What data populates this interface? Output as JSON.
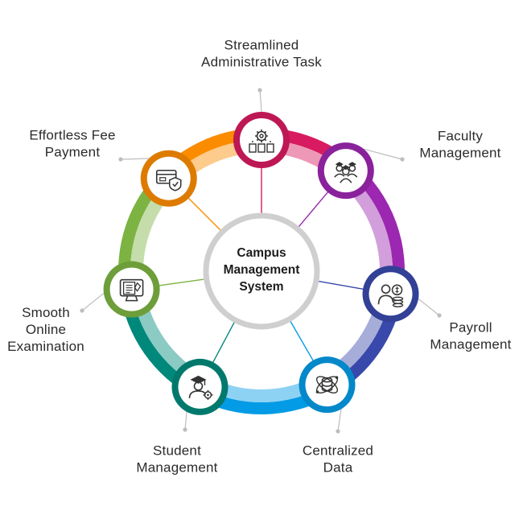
{
  "center": {
    "lines": [
      "Campus",
      "Management",
      "System"
    ]
  },
  "nodes": [
    {
      "id": "streamlined",
      "name": "node-streamlined-administrative-task",
      "icon": "gear-documents-icon",
      "color": "#d81b60",
      "label_lines": [
        "Streamlined",
        "Administrative Task"
      ]
    },
    {
      "id": "faculty",
      "name": "node-faculty-management",
      "icon": "graduates-group-icon",
      "color": "#9c27b0",
      "label_lines": [
        "Faculty",
        "Management"
      ]
    },
    {
      "id": "payroll",
      "name": "node-payroll-management",
      "icon": "user-coins-icon",
      "color": "#3949ab",
      "label_lines": [
        "Payroll",
        "Management"
      ]
    },
    {
      "id": "centralized",
      "name": "node-centralized-data",
      "icon": "database-orbit-icon",
      "color": "#039be5",
      "label_lines": [
        "Centralized",
        "Data"
      ]
    },
    {
      "id": "student",
      "name": "node-student-management",
      "icon": "graduate-gear-icon",
      "color": "#00897b",
      "label_lines": [
        "Student",
        "Management"
      ]
    },
    {
      "id": "exam",
      "name": "node-smooth-online-examination",
      "icon": "online-exam-icon",
      "color": "#7cb342",
      "label_lines": [
        "Smooth",
        "Online",
        "Examination"
      ]
    },
    {
      "id": "fee",
      "name": "node-effortless-fee-payment",
      "icon": "card-payment-icon",
      "color": "#fb8c00",
      "label_lines": [
        "Effortless Fee",
        "Payment"
      ]
    }
  ]
}
